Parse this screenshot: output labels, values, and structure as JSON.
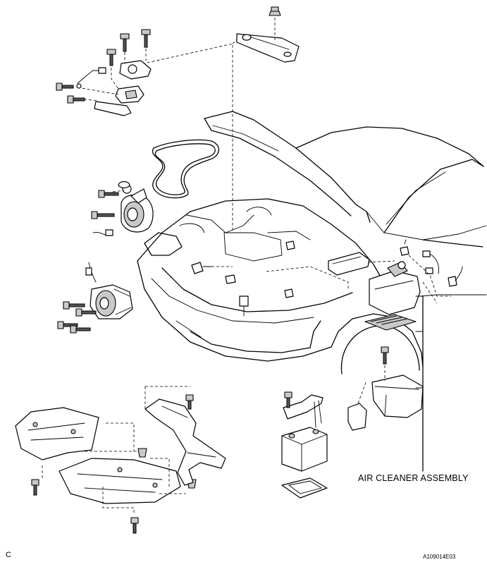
{
  "labels": {
    "air_cleaner": "AIR CLEANER ASSEMBLY",
    "corner_letter": "C",
    "figure_code": "A109014E03"
  },
  "icons": [
    "bolt-icon",
    "nut-icon",
    "connector-icon",
    "clip-icon"
  ]
}
